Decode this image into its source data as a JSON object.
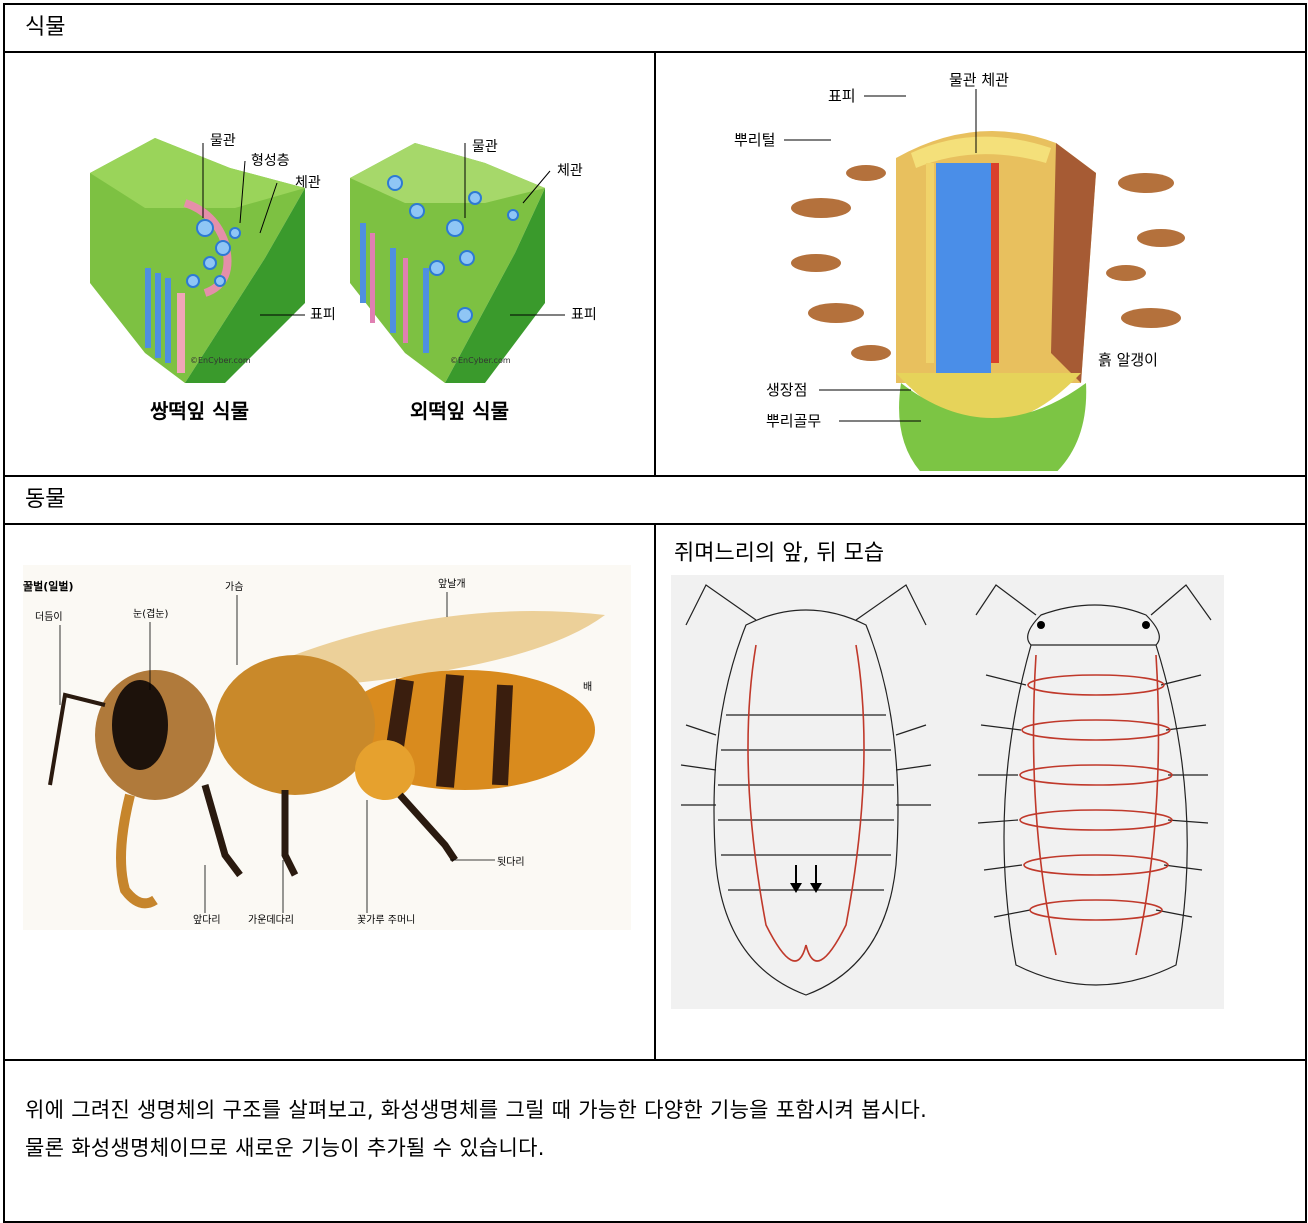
{
  "sections": {
    "plant_header": "식물",
    "animal_header": "동물"
  },
  "leaf_figure": {
    "dicot_title": "쌍떡잎 식물",
    "monocot_title": "외떡잎 식물",
    "labels": {
      "xylem_1": "물관",
      "cambium": "형성층",
      "phloem_1": "체관",
      "epidermis_1": "표피",
      "xylem_2": "물관",
      "phloem_2": "체관",
      "epidermis_2": "표피"
    },
    "watermark_1": "©EnCyber.com",
    "watermark_2": "©EnCyber.com"
  },
  "root_figure": {
    "labels": {
      "xylem_phloem": "물관  체관",
      "epidermis": "표피",
      "root_hair": "뿌리털",
      "soil": "흙 알갱이",
      "growth_point": "생장점",
      "root_cap": "뿌리골무"
    }
  },
  "bee_figure": {
    "labels": {
      "title": "꿀벌(일벌)",
      "antenna": "더듬이",
      "eye": "눈(겹눈)",
      "thorax": "가슴",
      "wing": "앞날개",
      "abdomen": "배",
      "hind_leg": "뒷다리",
      "front_leg": "앞다리",
      "mid_leg": "가운데다리",
      "pollen_basket": "꽃가루 주머니"
    }
  },
  "isopod_figure": {
    "caption": "쥐며느리의 앞, 뒤 모습"
  },
  "footer": {
    "line1": "위에 그려진 생명체의 구조를 살펴보고, 화성생명체를 그릴 때 가능한 다양한 기능을 포함시켜 봅시다.",
    "line2": "물론 화성생명체이므로 새로운 기능이 추가될 수 있습니다."
  }
}
